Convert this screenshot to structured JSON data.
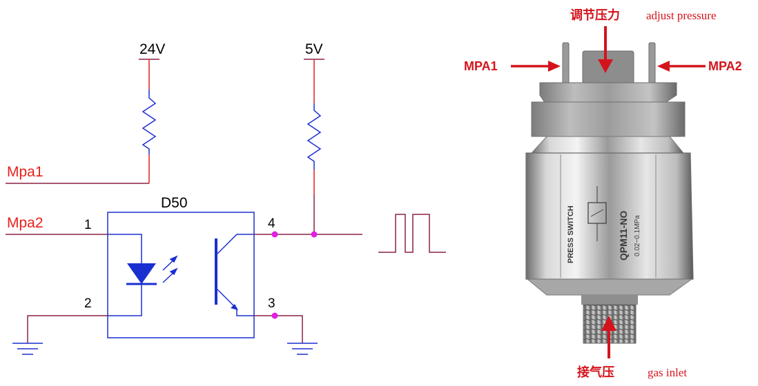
{
  "schematic": {
    "supply_24v": "24V",
    "supply_5v": "5V",
    "net_mpa1": "Mpa1",
    "net_mpa2": "Mpa2",
    "component_ref": "D50",
    "pin_1": "1",
    "pin_2": "2",
    "pin_3": "3",
    "pin_4": "4"
  },
  "photo": {
    "adjust_cn": "调节压力",
    "adjust_en": "adjust pressure",
    "mpa1_label": "MPA1",
    "mpa2_label": "MPA2",
    "inlet_cn": "接气压",
    "inlet_en": "gas inlet",
    "body_text_1": "PRESS SWITCH",
    "body_text_2": "QPM11-NO",
    "body_text_3": "0.02~0.1MPa"
  },
  "colors": {
    "wire_dark": "#8b2040",
    "wire_red": "#e02020",
    "component_blue": "#1a2fd0",
    "junction": "#e020e0",
    "annotation_red": "#d4141c"
  }
}
